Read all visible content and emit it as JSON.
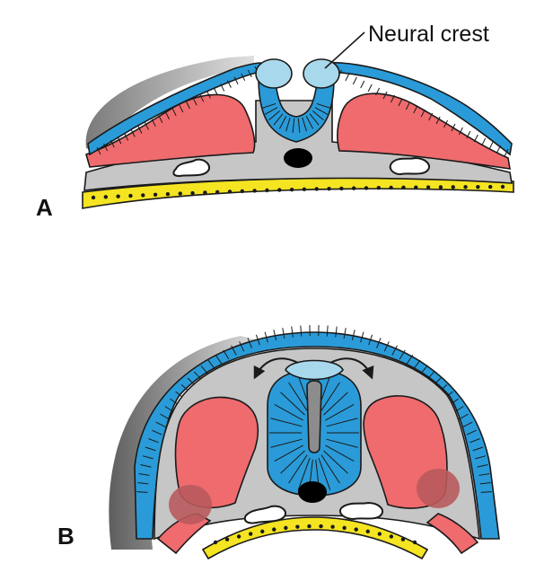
{
  "panels": [
    {
      "letter": "A",
      "callout": "Neural crest"
    },
    {
      "letter": "B"
    }
  ],
  "colors": {
    "ectoderm": "#2a9bd8",
    "neural_crest": "#a8d8ec",
    "neural_tube": "#2a9bd8",
    "mesoderm": "#ef6b6e",
    "sclerotome": "#b85a5c",
    "mesenchyme": "#c6c6c6",
    "notochord": "#000000",
    "endoderm": "#f4e422",
    "outline": "#1a1a1a"
  }
}
